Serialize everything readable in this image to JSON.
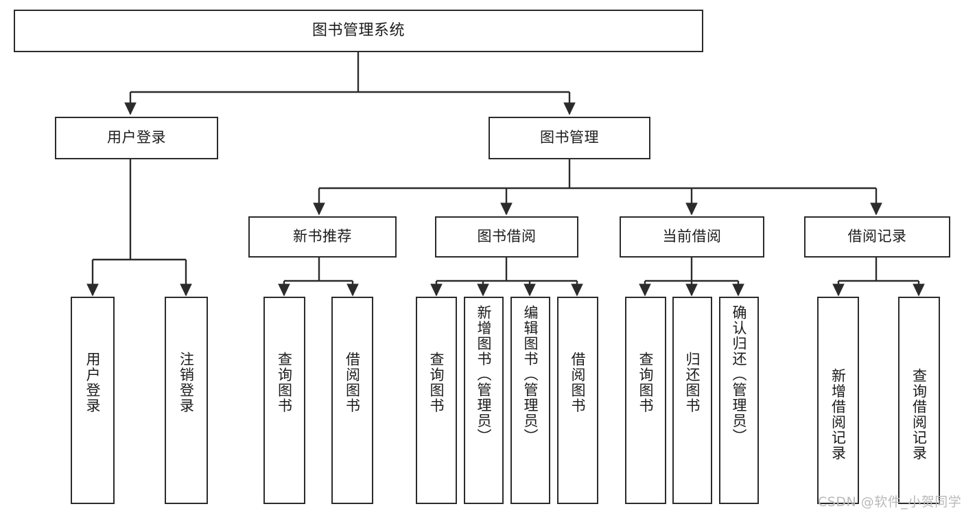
{
  "diagram": {
    "title": "图书管理系统",
    "type": "tree-hierarchy",
    "root": {
      "label": "图书管理系统"
    },
    "level2": [
      {
        "label": "用户登录"
      },
      {
        "label": "图书管理"
      }
    ],
    "level3": [
      {
        "label": "新书推荐"
      },
      {
        "label": "图书借阅"
      },
      {
        "label": "当前借阅"
      },
      {
        "label": "借阅记录"
      }
    ],
    "leaves": {
      "user_login": [
        {
          "label": "用户登录"
        },
        {
          "label": "注销登录"
        }
      ],
      "new_book_recommend": [
        {
          "label": "查询图书"
        },
        {
          "label": "借阅图书"
        }
      ],
      "book_borrow": [
        {
          "label": "查询图书"
        },
        {
          "label": "新增图书（管理员）"
        },
        {
          "label": "编辑图书（管理员）"
        },
        {
          "label": "借阅图书"
        }
      ],
      "current_borrow": [
        {
          "label": "查询图书"
        },
        {
          "label": "归还图书"
        },
        {
          "label": "确认归还（管理员）"
        }
      ],
      "borrow_record": [
        {
          "label": "新增借阅记录"
        },
        {
          "label": "查询借阅记录"
        }
      ]
    }
  },
  "watermark": {
    "text": "CSDN @软件_小贺同学"
  },
  "colors": {
    "border": "#2b2b2b",
    "background": "#ffffff",
    "text": "#1b1b1b",
    "watermark": "#b9b9b9"
  }
}
